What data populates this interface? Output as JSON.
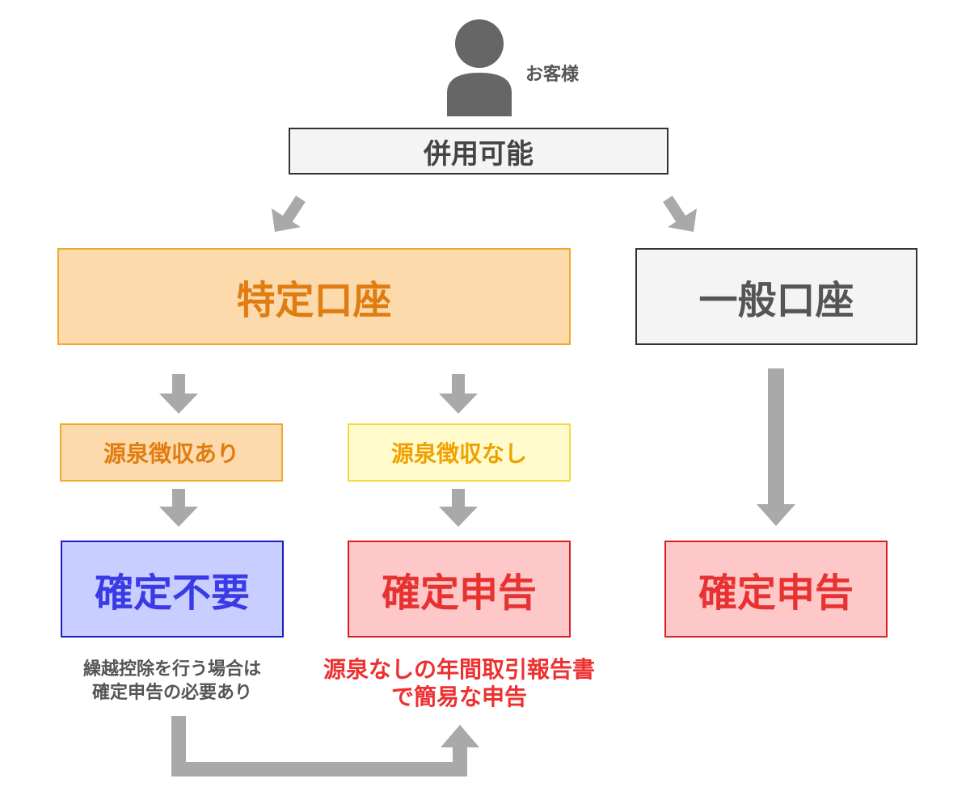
{
  "customer": {
    "icon": "person-icon",
    "label": "お客様"
  },
  "joint_use": "併用可能",
  "accounts": {
    "specific": "特定口座",
    "general": "一般口座"
  },
  "withholding": {
    "with": "源泉徴収あり",
    "without": "源泉徴収なし"
  },
  "results": {
    "not_required": "確定不要",
    "tax_return_specific": "確定申告",
    "tax_return_general": "確定申告"
  },
  "notes": {
    "loss_carryforward": [
      "繰越控除を行う場合は",
      "確定申告の必要あり"
    ],
    "simple_return": [
      "源泉なしの年間取引報告書",
      "で簡易な申告"
    ]
  },
  "colors": {
    "arrow": "#a9a9a9",
    "person": "#666666",
    "orange": "#e07c10",
    "blue": "#3a3ae6",
    "red": "#e83232"
  }
}
